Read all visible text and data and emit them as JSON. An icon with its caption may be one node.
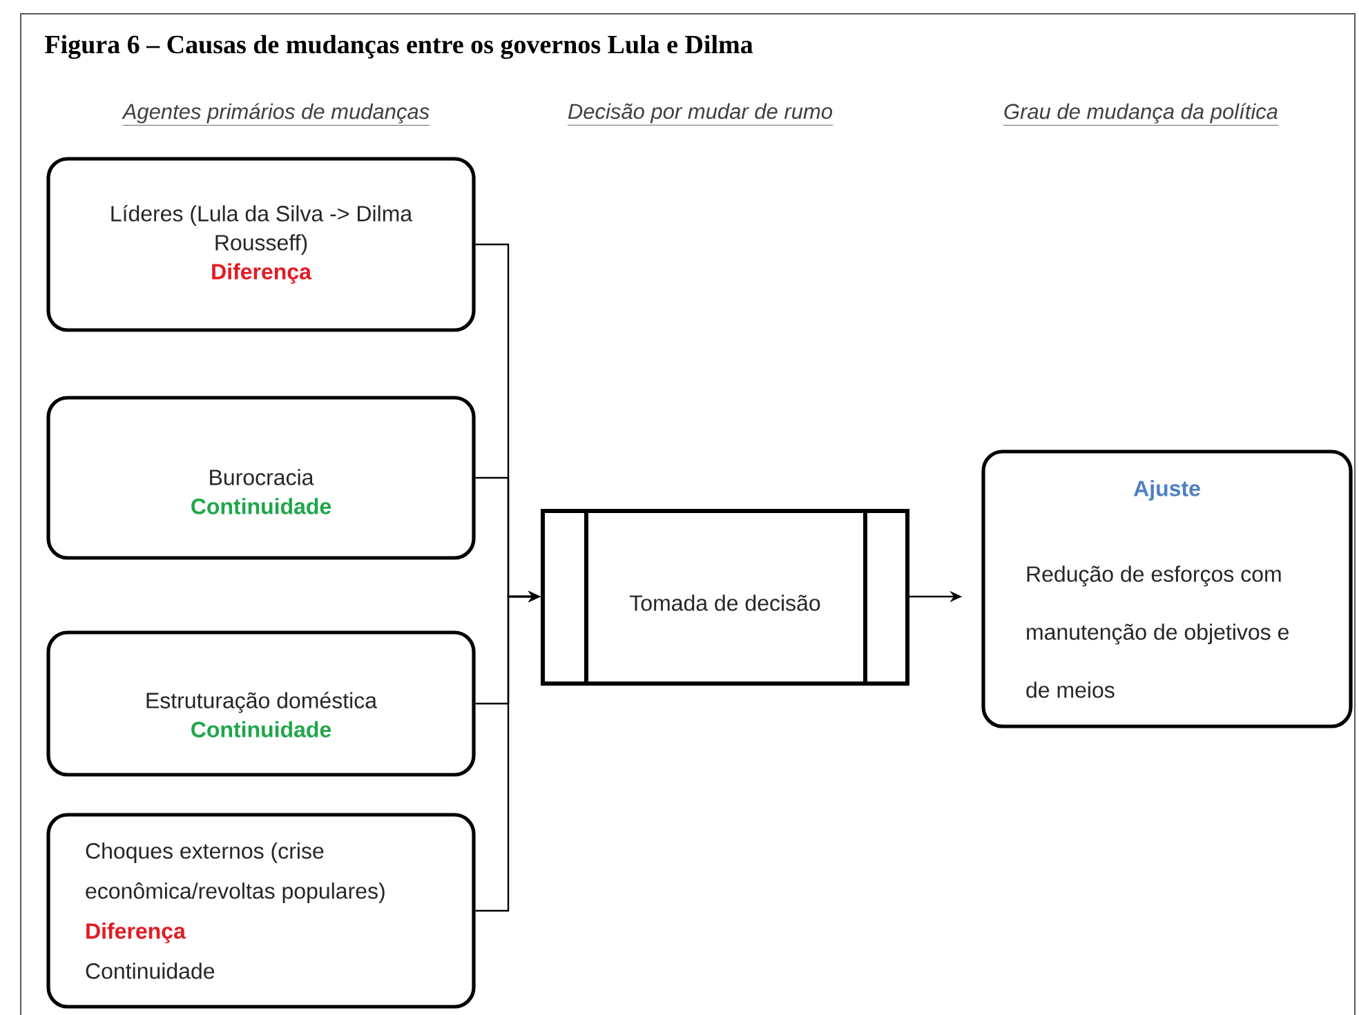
{
  "diagram": {
    "title": "Figura 6 – Causas de mudanças entre os governos Lula e Dilma",
    "nodes": [
      {
        "text": [
          "Líderes (Lula da Silva -> Dilma Rousseff)",
          "Diferença"
        ]
      },
      {
        "text": [
          "Burocracia",
          "Continuidade"
        ]
      },
      {
        "text": [
          "Estruturação doméstica",
          "Continuidade"
        ]
      },
      {
        "text": [
          "Choques externos (crise econômica/revoltas populares)",
          "Diferença",
          "Continuidade"
        ]
      },
      {
        "text": [
          "Tomada de decisão"
        ]
      },
      {
        "text": [
          "Ajuste",
          "Redução de esforços com manutenção de objetivos e de meios"
        ]
      }
    ],
    "edges": [
      {
        "from": 0,
        "to": 4,
        "arrow": "to"
      },
      {
        "from": 1,
        "to": 4,
        "arrow": "to"
      },
      {
        "from": 2,
        "to": 4,
        "arrow": "to"
      },
      {
        "from": 3,
        "to": 4,
        "arrow": "to"
      },
      {
        "from": 4,
        "to": 5,
        "arrow": "to"
      }
    ],
    "labels": [
      "Agentes primários de mudanças",
      "Decisão por mudar de rumo",
      "Grau de mudança da política"
    ]
  }
}
